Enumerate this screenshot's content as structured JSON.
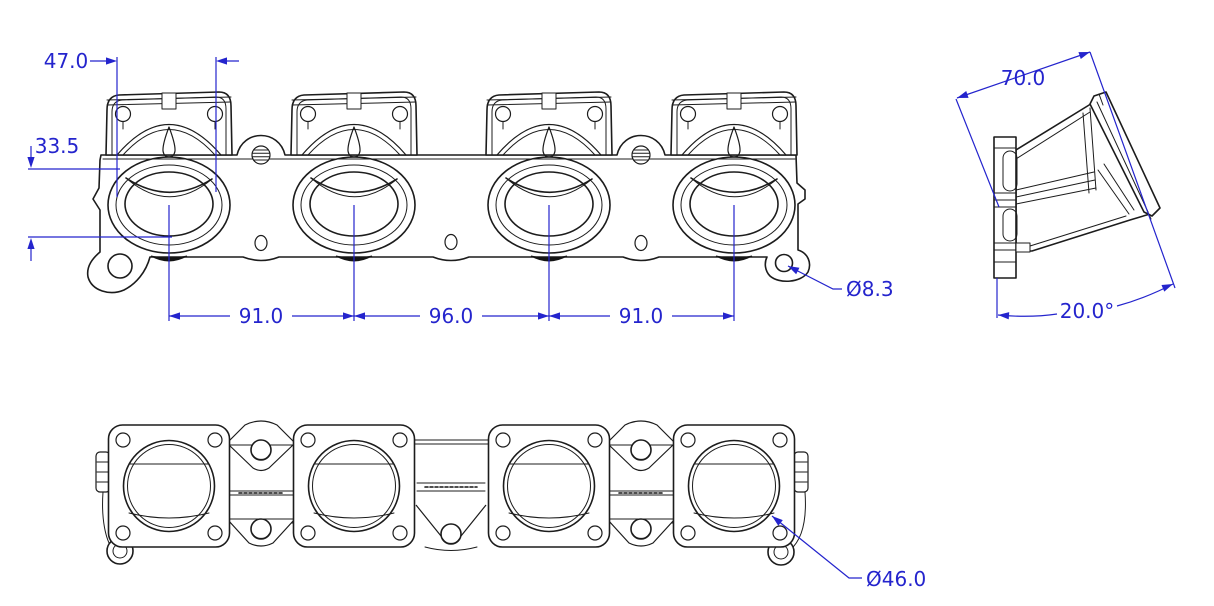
{
  "drawing": {
    "background_color": "#ffffff",
    "line_color": "#1c1c1c",
    "dimension_color": "#2424cd",
    "dimensions": {
      "throat_width": "47.0",
      "port_center_drop": "33.5",
      "runner_pitch_left": "91.0",
      "runner_pitch_center": "96.0",
      "runner_pitch_right": "91.0",
      "mount_hole_diameter": "Ø8.3",
      "bore_diameter": "Ø46.0",
      "flange_depth": "70.0",
      "runner_angle": "20.0°"
    }
  }
}
